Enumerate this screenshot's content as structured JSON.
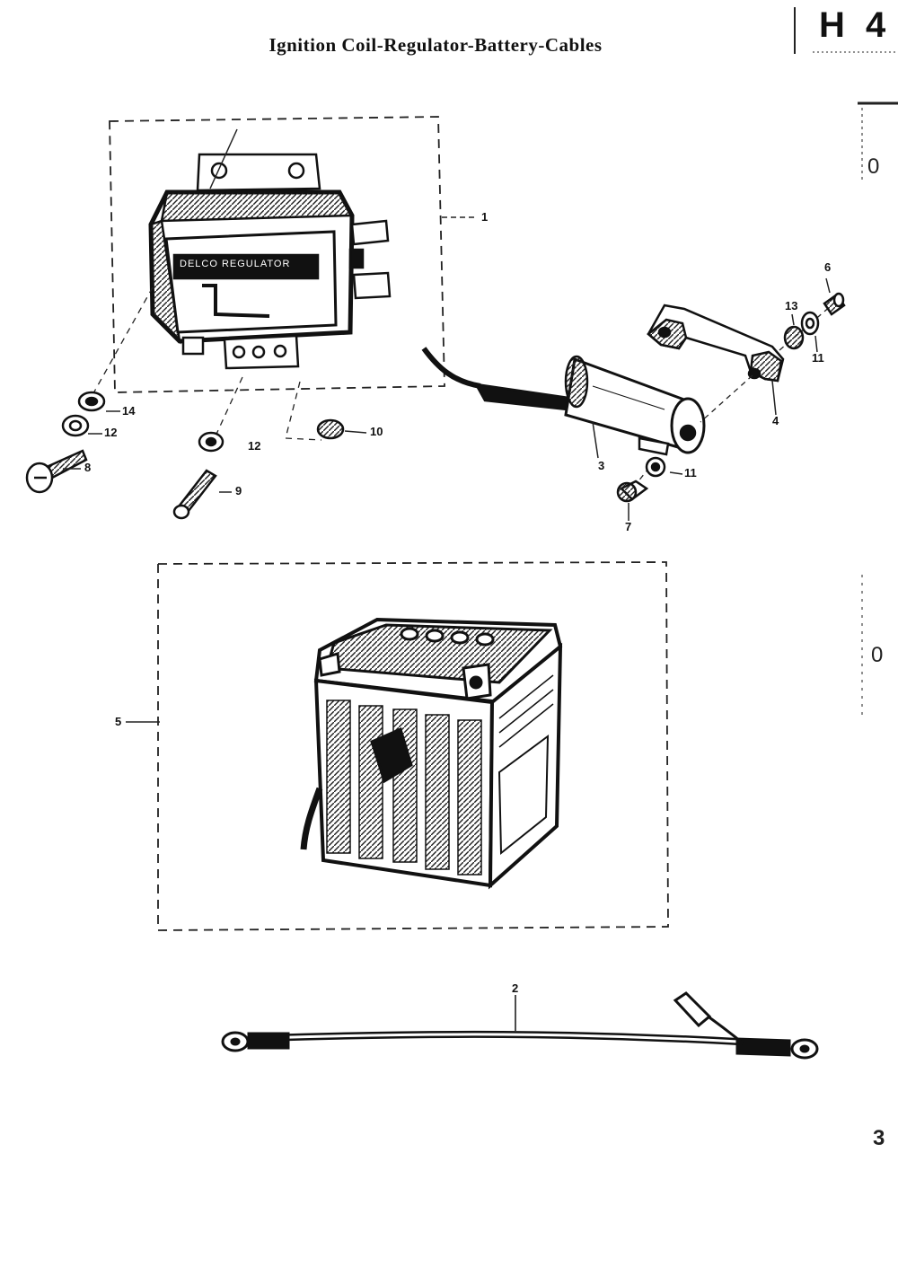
{
  "title": "Ignition Coil-Regulator-Battery-Cables",
  "page_code": "H 4",
  "regulator": {
    "label": "DELCO REGULATOR"
  },
  "callouts": [
    "1",
    "2",
    "3",
    "4",
    "5",
    "6",
    "7",
    "8",
    "9",
    "10",
    "11",
    "11",
    "12",
    "12",
    "13",
    "14"
  ],
  "margin_marks": [
    "0",
    "0",
    "3"
  ]
}
